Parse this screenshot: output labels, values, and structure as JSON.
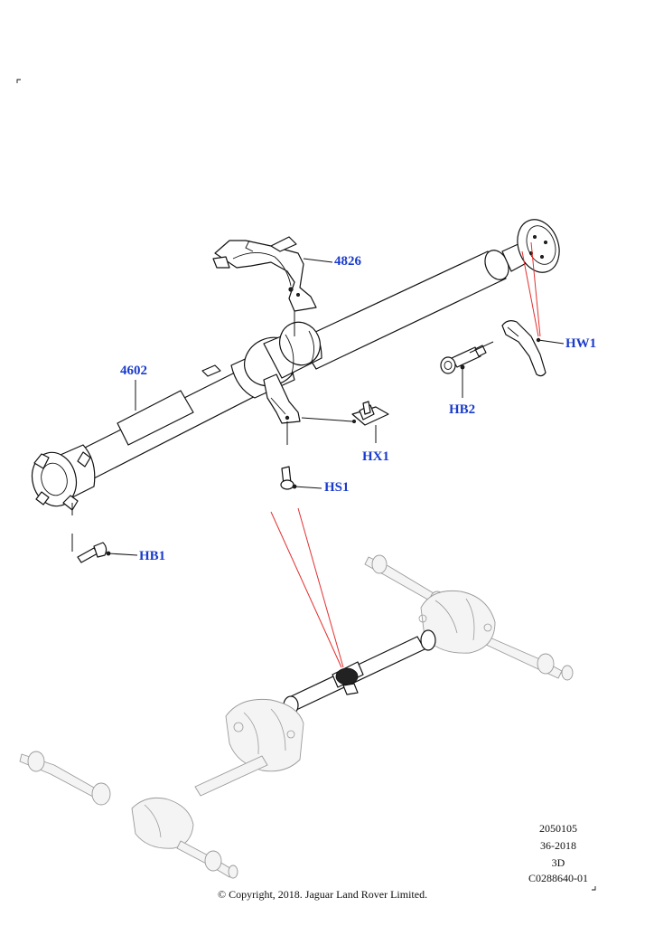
{
  "callouts": {
    "c4826": "4826",
    "c4602": "4602",
    "hw1": "HW1",
    "hb2": "HB2",
    "hx1": "HX1",
    "hs1": "HS1",
    "hb1": "HB1"
  },
  "footer": {
    "line1": "2050105",
    "line2": "36-2018",
    "line3": "3D",
    "line4": "C0288640-01",
    "copyright": "© Copyright, 2018. Jaguar Land Rover Limited."
  },
  "colors": {
    "callout": "#1a3bcc",
    "leader_red": "#e23030"
  }
}
